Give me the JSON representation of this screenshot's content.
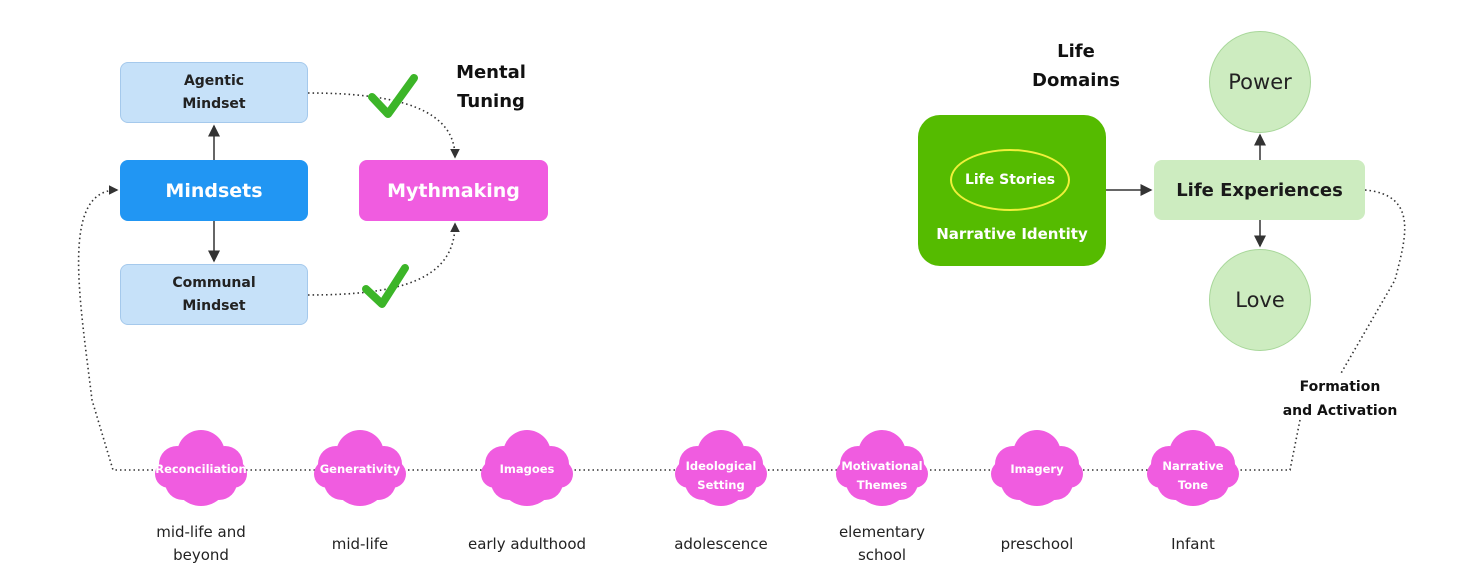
{
  "mindsets": {
    "agentic": "Agentic\nMindset",
    "agentic_l1": "Agentic",
    "agentic_l2": "Mindset",
    "main": "Mindsets",
    "communal_l1": "Communal",
    "communal_l2": "Mindset"
  },
  "mental_tuning": {
    "l1": "Mental",
    "l2": "Tuning"
  },
  "mythmaking": "Mythmaking",
  "life_domains": {
    "l1": "Life",
    "l2": "Domains"
  },
  "narrative": {
    "inner": "Life Stories",
    "label": "Narrative Identity"
  },
  "life_experiences": "Life Experiences",
  "power": "Power",
  "love": "Love",
  "formation": {
    "l1": "Formation",
    "l2": "and Activation"
  },
  "stages": [
    {
      "cloud_l1": "Reconciliation",
      "cloud_l2": "",
      "age_l1": "mid-life and",
      "age_l2": "beyond"
    },
    {
      "cloud_l1": "Generativity",
      "cloud_l2": "",
      "age_l1": "mid-life",
      "age_l2": ""
    },
    {
      "cloud_l1": "Imagoes",
      "cloud_l2": "",
      "age_l1": "early adulthood",
      "age_l2": ""
    },
    {
      "cloud_l1": "Ideological",
      "cloud_l2": "Setting",
      "age_l1": "adolescence",
      "age_l2": ""
    },
    {
      "cloud_l1": "Motivational",
      "cloud_l2": "Themes",
      "age_l1": "elementary",
      "age_l2": "school"
    },
    {
      "cloud_l1": "Imagery",
      "cloud_l2": "",
      "age_l1": "preschool",
      "age_l2": ""
    },
    {
      "cloud_l1": "Narrative",
      "cloud_l2": "Tone",
      "age_l1": "Infant",
      "age_l2": ""
    }
  ],
  "colors": {
    "blue": "#2196f3",
    "light_blue": "#c6e1f9",
    "pink": "#f05ce0",
    "green": "#55bb00",
    "light_green": "#cdecc0",
    "check": "#3cb528"
  }
}
